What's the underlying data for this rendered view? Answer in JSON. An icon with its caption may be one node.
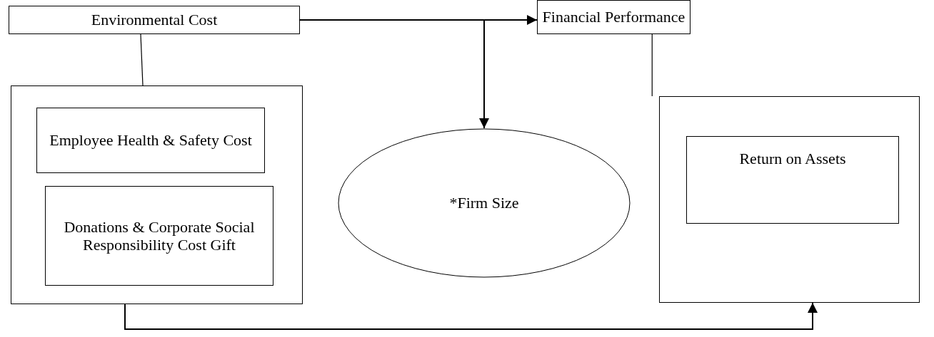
{
  "diagram": {
    "nodes": [
      {
        "text": [
          "Environmental Cost"
        ]
      },
      {
        "text": [
          "Financial Performance"
        ]
      },
      {
        "text": [],
        "shape": "box"
      },
      {
        "text": [
          "Employee Health & Safety Cost"
        ],
        "in": 2
      },
      {
        "text": [
          "Donations & Corporate Social Responsibility Cost Gift"
        ],
        "in": 2
      },
      {
        "text": [
          "*Firm Size"
        ]
      },
      {
        "text": [],
        "shape": "box"
      },
      {
        "text": [
          "Return on Assets"
        ],
        "in": 6
      }
    ],
    "edges": [
      {
        "from": 0,
        "to": 1,
        "arrow": "to"
      },
      {
        "from": 0,
        "to": 5,
        "arrow": "to"
      },
      {
        "from": 0,
        "to": 2,
        "arrow": "none"
      },
      {
        "from": 1,
        "to": 6,
        "arrow": "none"
      },
      {
        "from": 2,
        "to": 6,
        "arrow": "to"
      }
    ]
  }
}
